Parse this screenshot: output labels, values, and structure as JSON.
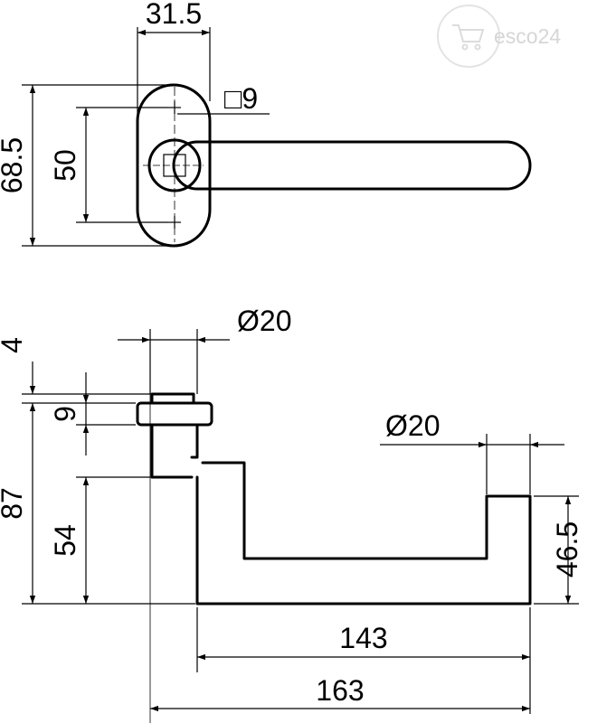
{
  "logo": {
    "text": "esco24",
    "icon": "shopping-cart-icon",
    "color": "#d6d6d6"
  },
  "top_view": {
    "dims": {
      "rose_width": "31.5",
      "spindle_square": "□9",
      "rose_height": "68.5",
      "hole_spacing": "50"
    }
  },
  "side_view": {
    "dims": {
      "rose_diameter": "Ø20",
      "rose_thickness": "4",
      "cap_height": "9",
      "total_height": "87",
      "rise": "54",
      "grip_diameter": "Ø20",
      "grip_height": "46.5",
      "projection_inner": "143",
      "projection_total": "163"
    }
  }
}
